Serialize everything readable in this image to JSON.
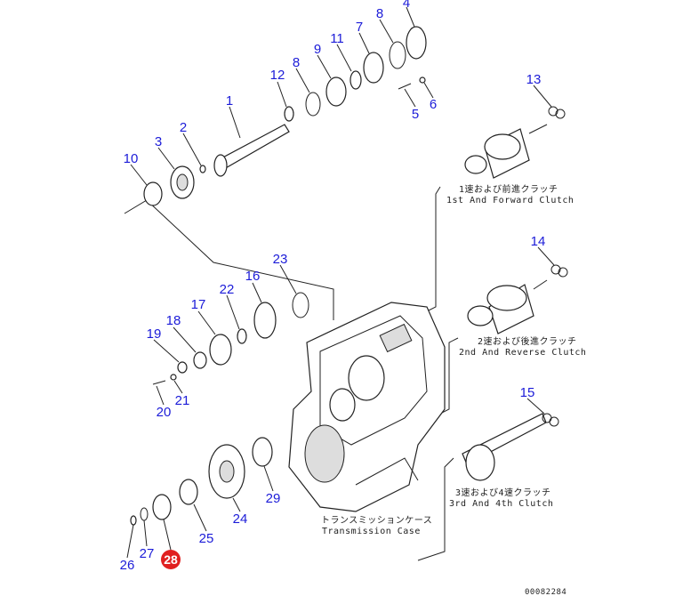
{
  "callouts": {
    "n1": "1",
    "n2": "2",
    "n3": "3",
    "n4": "4",
    "n5": "5",
    "n6": "6",
    "n7": "7",
    "n8a": "8",
    "n8b": "8",
    "n9": "9",
    "n10": "10",
    "n11": "11",
    "n12": "12",
    "n13": "13",
    "n14": "14",
    "n15": "15",
    "n16": "16",
    "n17": "17",
    "n18": "18",
    "n19": "19",
    "n20": "20",
    "n21": "21",
    "n22": "22",
    "n23": "23",
    "n24": "24",
    "n25": "25",
    "n26": "26",
    "n27": "27",
    "n28": "28",
    "n29": "29"
  },
  "highlight": {
    "part": "28",
    "color": "#e02020"
  },
  "captions": {
    "clutch1_jp": "1速および前進クラッチ",
    "clutch1_en": "1st And Forward Clutch",
    "clutch2_jp": "2速および後進クラッチ",
    "clutch2_en": "2nd And Reverse Clutch",
    "clutch3_jp": "3速および4速クラッチ",
    "clutch3_en": "3rd And 4th Clutch",
    "case_jp": "トランスミッションケース",
    "case_en": "Transmission Case"
  },
  "drawing_id": "00082284"
}
